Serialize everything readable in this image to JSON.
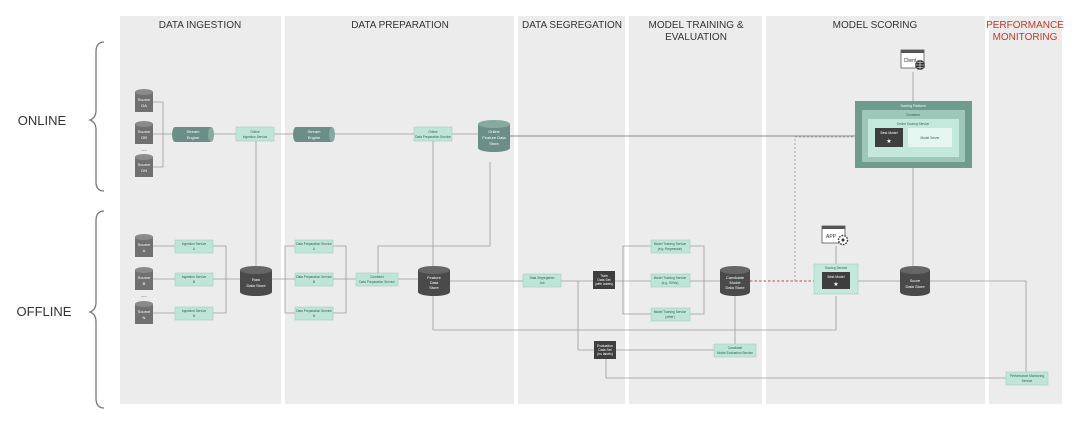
{
  "sections": [
    {
      "title": "DATA INGESTION"
    },
    {
      "title": "DATA PREPARATION"
    },
    {
      "title": "DATA SEGREGATION"
    },
    {
      "title_line1": "MODEL TRAINING &",
      "title_line2": "EVALUATION"
    },
    {
      "title": "MODEL SCORING"
    },
    {
      "title_line1": "PERFORMANCE",
      "title_line2": "MONITORING",
      "color": "#c0392b"
    }
  ],
  "rows": {
    "online": "ONLINE",
    "offline": "OFFLINE"
  },
  "online": {
    "sources": [
      [
        "Source",
        "OA"
      ],
      [
        "Source",
        "OB"
      ],
      [
        "Source",
        "ON"
      ]
    ],
    "stream_engine_1": [
      "Stream",
      "Engine"
    ],
    "ingestion_service": [
      "Online",
      "Ingestion Service"
    ],
    "stream_engine_2": [
      "Stream",
      "Engine"
    ],
    "prep_service": [
      "Online",
      "Data Preparation Service"
    ],
    "feature_store": [
      "Online",
      "Feature Data",
      "Store"
    ]
  },
  "offline": {
    "sources": [
      [
        "Source",
        "A"
      ],
      [
        "Source",
        "B"
      ],
      [
        "Source",
        "N"
      ]
    ],
    "ingestion_services": [
      [
        "Ingestion Service",
        "A"
      ],
      [
        "Ingestion Service",
        "B"
      ],
      [
        "Ingestion Service",
        "N"
      ]
    ],
    "raw_store": [
      "Raw",
      "Data Store"
    ],
    "prep_services": [
      [
        "Data Preparation Service",
        "A"
      ],
      [
        "Data Preparation Service",
        "B"
      ],
      [
        "Data Preparation Service",
        "N"
      ]
    ],
    "combiner": [
      "Combiner",
      "Data Preparation Service"
    ],
    "feature_store": [
      "Feature",
      "Data",
      "Store"
    ],
    "segregation": [
      "Data Segregation",
      "Job"
    ],
    "train_set": [
      "Train",
      "Data Set",
      "(with labels)"
    ],
    "eval_set": [
      "Evaluation",
      "Data Set",
      "(no labels)"
    ],
    "training_services": [
      [
        "Model Training Service",
        "(e.g. Regression)"
      ],
      [
        "Model Training Service",
        "(e.g. SVMs)"
      ],
      [
        "Model Training Service",
        "(other)"
      ]
    ],
    "candidate_store": [
      "Candidate",
      "Model",
      "Data Store"
    ],
    "eval_service": [
      "Candidate",
      "Model Evaluation Service"
    ],
    "scoring_service": "Scoring Service",
    "best_model": "Best Model",
    "score_store": [
      "Score",
      "Data Store"
    ],
    "perf_service": [
      "Performance Monitoring",
      "Service"
    ]
  },
  "scoring_online": {
    "outer": "Scoring Platform",
    "container": "Container",
    "service": "Online Scoring Service",
    "best_model": "Best Model",
    "model_server": "Model Server"
  },
  "client_label": "Client",
  "app_label": "APP",
  "ellipsis": "...",
  "colors": {
    "section_bg": "#ececec",
    "service_box": "#bfe5d8",
    "cylinder_dark": "#4a4a4a",
    "cylinder_teal": "#6b8f86",
    "platform": "#6f9b8e",
    "platform_inner": "#bfe5d8",
    "dashed_link": "#b24a4a",
    "perf_title": "#c0392b"
  }
}
